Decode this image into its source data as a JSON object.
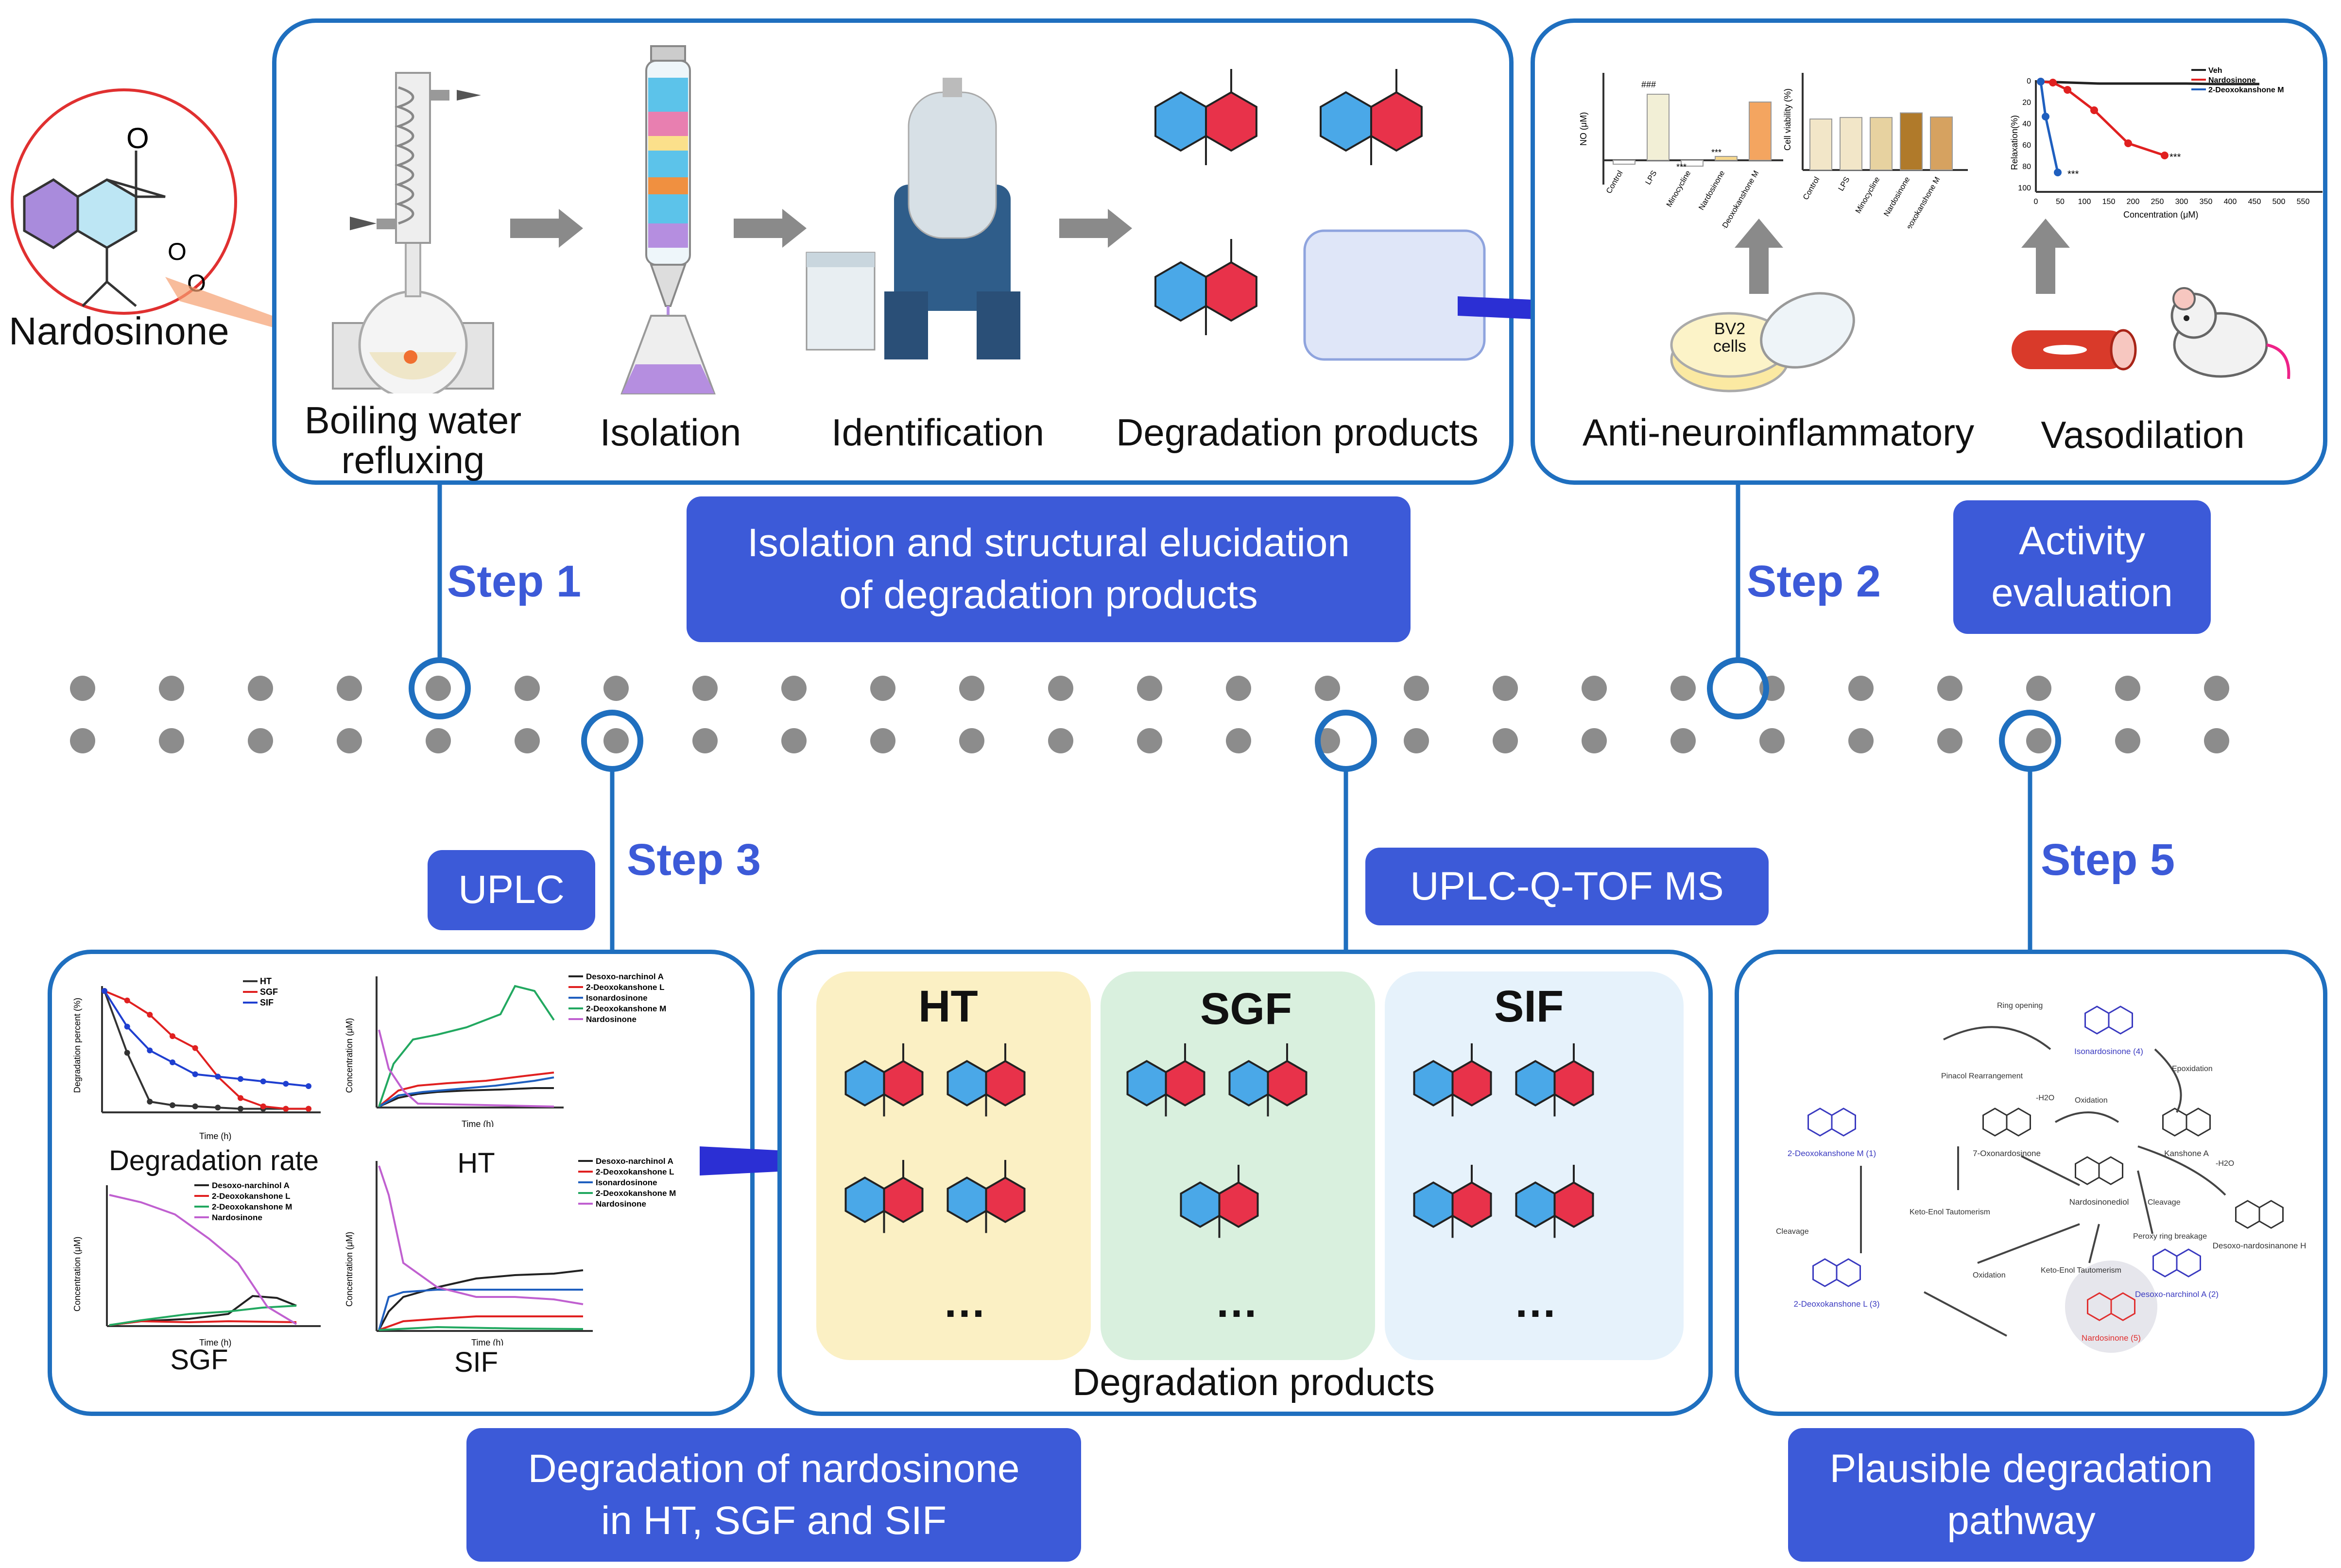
{
  "nardosinone_label": "Nardosinone",
  "panel_top_left": {
    "steps": [
      "Boiling water\nrefluxing",
      "Isolation",
      "Identification",
      "Degradation products"
    ]
  },
  "panel_top_right": {
    "captions": [
      "Anti-neuroinflammatory",
      "Vasodilation"
    ],
    "bv2_label": "BV2\ncells",
    "chart_nitric": {
      "ylabel": "NO (μM)",
      "categories": [
        "Control",
        "LPS",
        "Minocycline",
        "Nardosinone",
        "2-Deoxokanshone M"
      ],
      "values": [
        -0.2,
        3.4,
        -0.3,
        0.2,
        3.0
      ],
      "annotations": [
        "###",
        "***",
        "***"
      ]
    },
    "chart_viability": {
      "ylabel": "Cell viability (%)",
      "categories": [
        "Control",
        "LPS",
        "Minocycline",
        "Nardosinone",
        "2-Deoxokanshone M"
      ],
      "values": [
        100,
        103,
        103,
        112,
        104
      ]
    },
    "chart_relax": {
      "ylabel": "Relaxation(%)",
      "xlabel": "Concentration (μM)",
      "xticks": [
        "0",
        "50",
        "100",
        "150",
        "200",
        "250",
        "300",
        "350",
        "400",
        "450",
        "500",
        "550"
      ],
      "yticks": [
        "0",
        "20",
        "40",
        "60",
        "80",
        "100"
      ],
      "legend": [
        "Veh",
        "Nardosinone",
        "2-Deoxokanshone M"
      ],
      "annotations": [
        "***",
        "***"
      ]
    }
  },
  "center_labels": {
    "isolation": "Isolation and structural elucidation\nof degradation products",
    "activity": "Activity\nevaluation",
    "uplc": "UPLC",
    "uplc_qtof": "UPLC-Q-TOF MS",
    "degradation": "Degradation of nardosinone\nin HT, SGF and SIF",
    "pathway": "Plausible degradation\npathway"
  },
  "steps": {
    "step1": "Step 1",
    "step2": "Step 2",
    "step3": "Step 3",
    "step5": "Step 5"
  },
  "panel_bottom_left": {
    "captions": [
      "Degradation rate",
      "HT",
      "SGF",
      "SIF"
    ],
    "chart_rate": {
      "ylabel": "Degradation percent (%)",
      "xlabel": "Time (h)",
      "legend": [
        "HT",
        "SGF",
        "SIF"
      ],
      "x": [
        0,
        12,
        24,
        36,
        48,
        60,
        72,
        84,
        96,
        108
      ],
      "series": [
        {
          "name": "HT",
          "values": [
            0,
            52,
            93,
            96,
            97,
            98,
            99,
            99,
            99,
            99
          ]
        },
        {
          "name": "SGF",
          "values": [
            0,
            8,
            20,
            38,
            48,
            72,
            90,
            97,
            99,
            99
          ]
        },
        {
          "name": "SIF",
          "values": [
            0,
            30,
            50,
            60,
            70,
            72,
            74,
            76,
            78,
            80
          ]
        }
      ]
    },
    "chart_ht": {
      "ylabel": "Concentration (μM)",
      "xlabel": "Time (h)",
      "legend": [
        "Desoxo-narchinol A",
        "2-Deoxokanshone L",
        "Isonardosinone",
        "2-Deoxokanshone M",
        "Nardosinone"
      ]
    },
    "chart_sgf": {
      "ylabel": "Concentration (μM)",
      "xlabel": "Time (h)",
      "legend": [
        "Desoxo-narchinol A",
        "2-Deoxokanshone L",
        "2-Deoxokanshone M",
        "Nardosinone"
      ]
    },
    "chart_sif": {
      "ylabel": "Concentration (μM)",
      "xlabel": "Time (h)",
      "legend": [
        "Desoxo-narchinol A",
        "2-Deoxokanshone L",
        "Isonardosinone",
        "2-Deoxokanshone M",
        "Nardosinone"
      ]
    }
  },
  "panel_bottom_center": {
    "zones": [
      "HT",
      "SGF",
      "SIF"
    ],
    "ellipsis": "…",
    "caption": "Degradation products"
  },
  "panel_pathway": {
    "compounds": [
      "Isonardosinone (4)",
      "2-Deoxokanshone M (1)",
      "7-Oxonardosinone",
      "Kanshone A",
      "Desoxo-nardosinanone H",
      "Nardosinonediol",
      "2-Deoxokanshone L (3)",
      "Desoxo-narchinol A (2)",
      "Nardosinone (5)"
    ],
    "arrows": [
      "Ring opening",
      "Pinacol Rearrangement",
      "Epoxidation",
      "Oxidation",
      "-H2O",
      "-H2O",
      "Cleavage",
      "Cleavage",
      "Keto-Enol Tautomerism",
      "Oxidation",
      "Keto-Enol Tautomerism",
      "Peroxy ring breakage"
    ]
  },
  "colors": {
    "panel_border": "#1f6fbf",
    "label_box": "#3c5ad8",
    "ring_blue": "#4aa8e8",
    "ring_red": "#e8324a",
    "zone_ht": "#fbf0c4",
    "zone_sgf": "#d9f0de",
    "zone_sif": "#e6f2fb"
  }
}
